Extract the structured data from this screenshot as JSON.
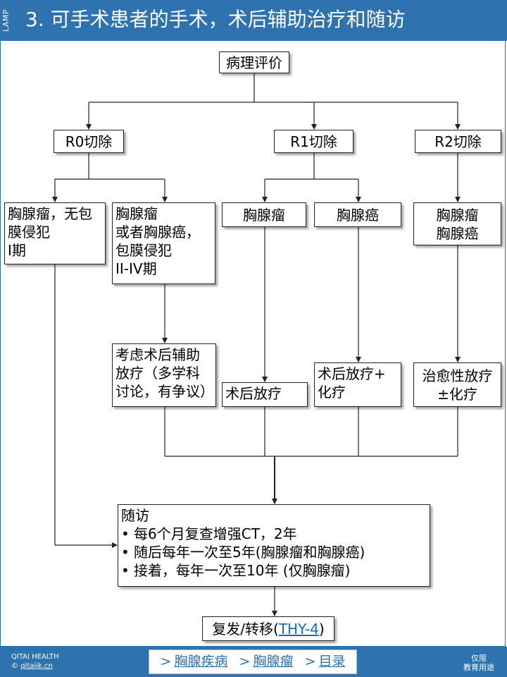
{
  "header": {
    "side_label": "LAMP",
    "title": "3. 可手术患者的手术，术后辅助治疗和随访"
  },
  "nodes": {
    "pathology": "病理评价",
    "r0": "R0切除",
    "r1": "R1切除",
    "r2": "R2切除",
    "r0_left": [
      "胸腺瘤，无包",
      "膜侵犯",
      "I期"
    ],
    "r0_right": [
      "胸腺瘤",
      "或者胸腺癌，",
      "包膜侵犯",
      "II-IV期"
    ],
    "r1_left": "胸腺瘤",
    "r1_right": "胸腺癌",
    "r2_type": [
      "胸腺瘤",
      "胸腺癌"
    ],
    "consider_rt": [
      "考虑术后辅助",
      "放疗（多学科",
      "讨论，有争议）"
    ],
    "postop_rt": "术后放疗",
    "postop_rt_chemo": [
      "术后放疗+",
      "化疗"
    ],
    "curative_rt": [
      "治愈性放疗",
      "±化疗"
    ],
    "followup": {
      "title": "随访",
      "items": [
        "每6个月复查增强CT，2年",
        "随后每年一次至5年(胸腺瘤和胸腺癌)",
        "接着，每年一次至10年 (仅胸腺瘤)"
      ],
      "bullet": "•"
    },
    "recurrence_prefix": "复发/转移(",
    "recurrence_link": "THY-4",
    "recurrence_suffix": ")"
  },
  "footer": {
    "brand_line1": "QITAI HEALTH",
    "brand_copyright": "©",
    "brand_site": "qitaijk.cn",
    "nav_separator": ">",
    "nav": [
      "胸腺疾病",
      "胸腺瘤",
      "目录"
    ],
    "notice": [
      "仅限",
      "教育用途"
    ]
  },
  "colors": {
    "brand": "#2e72b0",
    "link": "#1a6bbf",
    "line": "#222222"
  }
}
